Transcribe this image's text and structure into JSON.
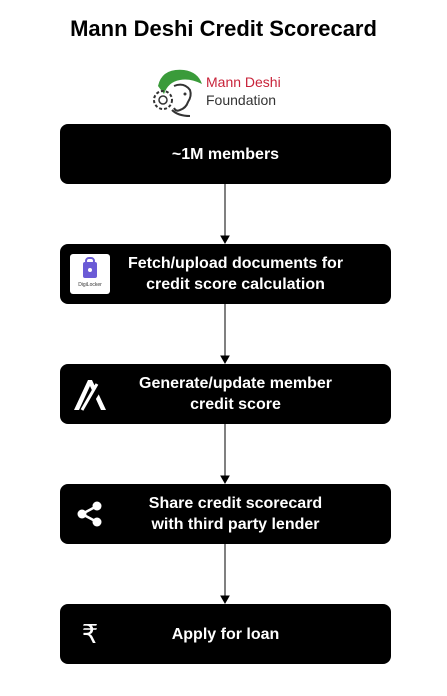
{
  "title": "Mann Deshi Credit Scorecard",
  "logo": {
    "line1": "Mann Deshi",
    "line2": "Foundation",
    "subtitle_icon": "woman-portrait-logo"
  },
  "steps": [
    {
      "label": "~1M members",
      "icon": ""
    },
    {
      "label": "Fetch/upload documents for\n credit score calculation",
      "icon": "digilocker-icon",
      "icon_text": "DigiLocker"
    },
    {
      "label": "Generate/update member\ncredit score",
      "icon": "algorand-icon"
    },
    {
      "label": "Share credit scorecard\n with third party lender",
      "icon": "share-icon"
    },
    {
      "label": "Apply for loan",
      "icon": "rupee-icon",
      "icon_text": "₹"
    }
  ],
  "colors": {
    "box": "#000000",
    "box_text": "#ffffff",
    "logo_red": "#c8233a",
    "logo_green": "#3a9b3a"
  }
}
